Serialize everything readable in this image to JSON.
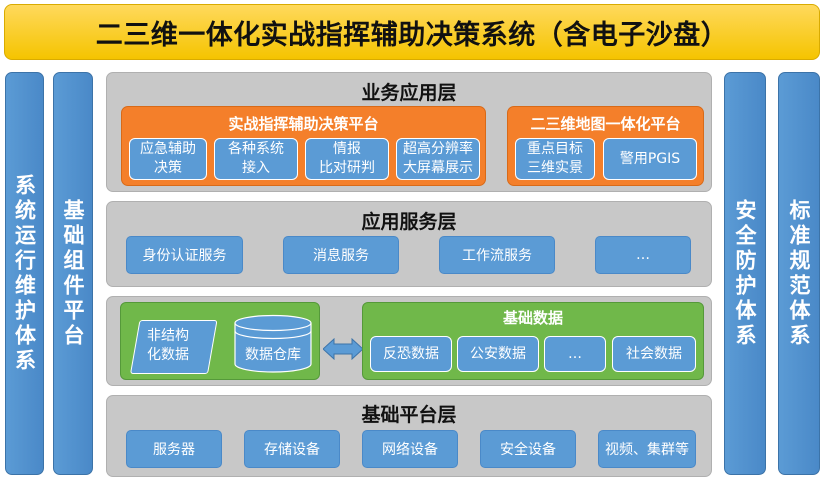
{
  "title": "二三维一体化实战指挥辅助决策系统（含电子沙盘）",
  "left_pillars": [
    {
      "label": "系统运行维护体系"
    },
    {
      "label": "基础组件平台"
    }
  ],
  "right_pillars": [
    {
      "label": "安全防护体系"
    },
    {
      "label": "标准规范体系"
    }
  ],
  "business_layer": {
    "title": "业务应用层",
    "command_platform": {
      "title": "实战指挥辅助决策平台",
      "items": [
        "应急辅助\n决策",
        "各种系统\n接入",
        "情报\n比对研判",
        "超高分辨率\n大屏幕展示"
      ]
    },
    "map_platform": {
      "title": "二三维地图一体化平台",
      "items": [
        "重点目标\n三维实景",
        "警用PGIS"
      ]
    }
  },
  "service_layer": {
    "title": "应用服务层",
    "items": [
      "身份认证服务",
      "消息服务",
      "工作流服务",
      "…"
    ]
  },
  "data_layer": {
    "unstructured_label": "非结构\n化数据",
    "warehouse_label": "数据仓库",
    "basic_data": {
      "title": "基础数据",
      "items": [
        "反恐数据",
        "公安数据",
        "…",
        "社会数据"
      ]
    }
  },
  "platform_layer": {
    "title": "基础平台层",
    "items": [
      "服务器",
      "存储设备",
      "网络设备",
      "安全设备",
      "视频、集群等"
    ]
  },
  "colors": {
    "title_bg": "#f5c400",
    "pillar_blue": "#5b9bd5",
    "layer_gray": "#c8c8c8",
    "orange": "#f47f2a",
    "green": "#70b84a"
  }
}
